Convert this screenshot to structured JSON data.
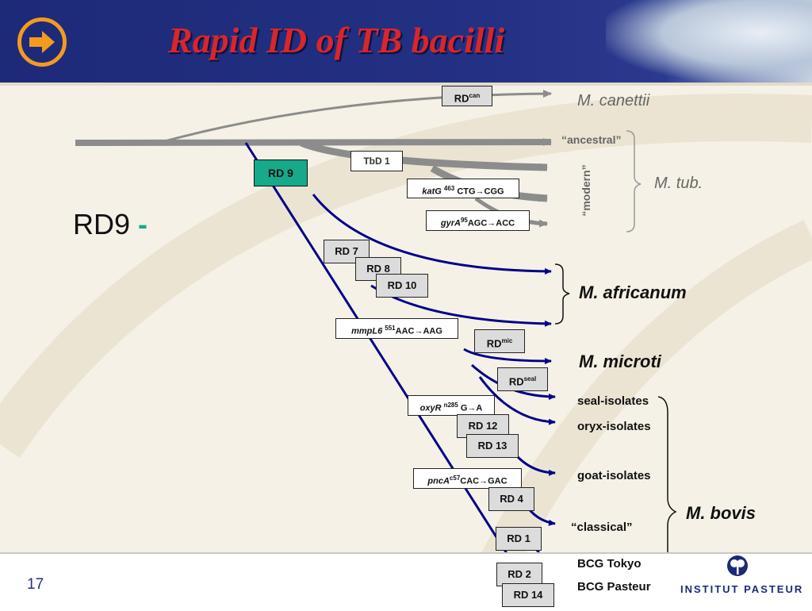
{
  "header": {
    "title": "Rapid ID of TB bacilli"
  },
  "footer": {
    "page_number": "17",
    "logo_text": "INSTITUT PASTEUR"
  },
  "marker": {
    "label": "RD9",
    "sign": "-"
  },
  "boxes": {
    "rdcan": "RD",
    "rdcan_sup": "can",
    "tbd1": "TbD 1",
    "rd9": "RD 9",
    "katg": "katG",
    "katg_sup": "463",
    "katg_mut": "CTG→CGG",
    "gyra": "gyrA",
    "gyra_sup": "95",
    "gyra_mut": "AGC→ACC",
    "rd7": "RD 7",
    "rd8": "RD 8",
    "rd10": "RD 10",
    "mmpl6": "mmpL6",
    "mmpl6_sup": "551",
    "mmpl6_mut": "AAC→AAG",
    "rdmic": "RD",
    "rdmic_sup": "mic",
    "rdseal": "RD",
    "rdseal_sup": "seal",
    "oxyr": "oxyR",
    "oxyr_sup": "n285",
    "oxyr_mut": "G→A",
    "rd12": "RD 12",
    "rd13": "RD 13",
    "pnca": "pncA",
    "pnca_sup": "c57",
    "pnca_mut": "CAC→GAC",
    "rd4": "RD 4",
    "rd1": "RD 1",
    "rd2": "RD 2",
    "rd14": "RD 14"
  },
  "labels": {
    "canettii": "M. canettii",
    "ancestral": "“ancestral”",
    "modern": "“modern”",
    "tub": "M. tub.",
    "africanum": "M. africanum",
    "microti": "M. microti",
    "seal": "seal-isolates",
    "oryx": "oryx-isolates",
    "goat": "goat-isolates",
    "classical": "“classical”",
    "bovis": "M. bovis",
    "bcg_tokyo": "BCG Tokyo",
    "bcg_pasteur": "BCG Pasteur"
  },
  "colors": {
    "title": "#d8262a",
    "header": "#1d2a78",
    "lineage": "#00008b",
    "trunk": "#8c8c8c",
    "rd9_box": "#16a98a"
  }
}
